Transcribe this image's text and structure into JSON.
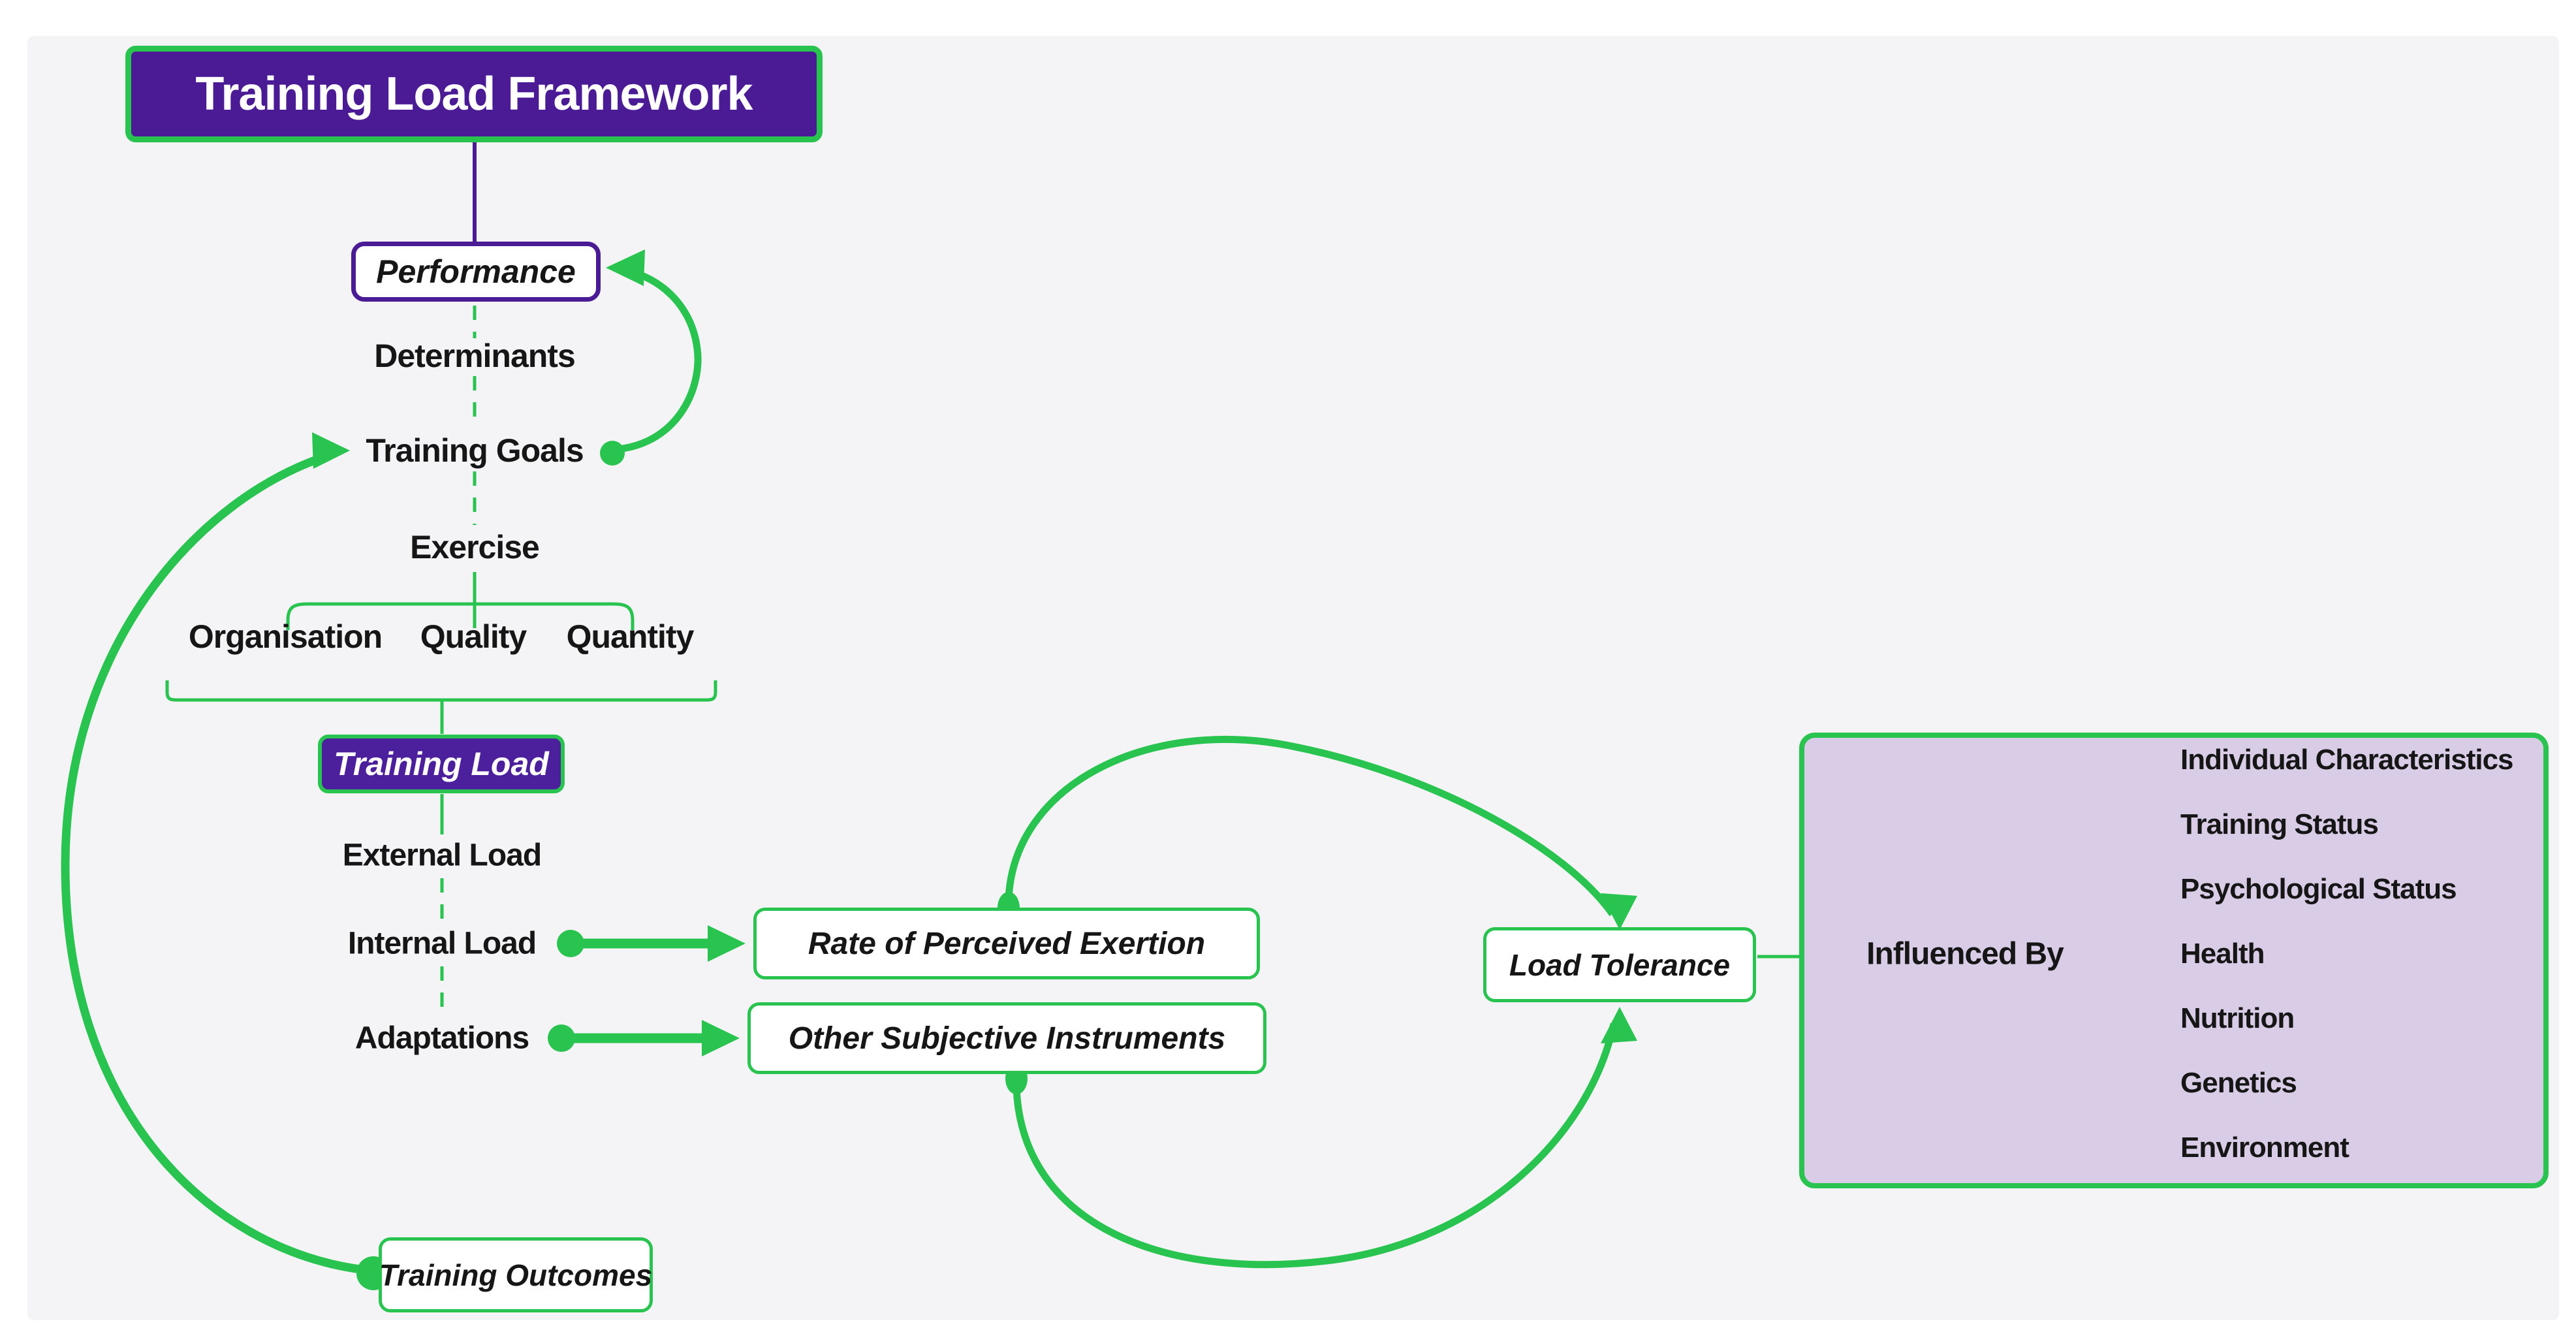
{
  "title": "Training Load Framework",
  "nodes": {
    "performance": "Performance",
    "determinants": "Determinants",
    "training_goals": "Training Goals",
    "exercise": "Exercise",
    "organisation": "Organisation",
    "quality": "Quality",
    "quantity": "Quantity",
    "training_load": "Training Load",
    "external_load": "External Load",
    "internal_load": "Internal Load",
    "adaptations": "Adaptations",
    "rate_of_perceived_exertion": "Rate of Perceived Exertion",
    "other_subjective_instruments": "Other Subjective Instruments",
    "load_tolerance": "Load Tolerance",
    "influenced_by": "Influenced By",
    "training_outcomes": "Training Outcomes"
  },
  "influences": [
    "Individual Characteristics",
    "Training Status",
    "Psychological Status",
    "Health",
    "Nutrition",
    "Genetics",
    "Environment"
  ],
  "colors": {
    "accent_green": "#28c44f",
    "accent_purple": "#4a1b94",
    "panel_lavender": "#d8cce6",
    "canvas_gray": "#f4f4f6",
    "text": "#161616"
  }
}
